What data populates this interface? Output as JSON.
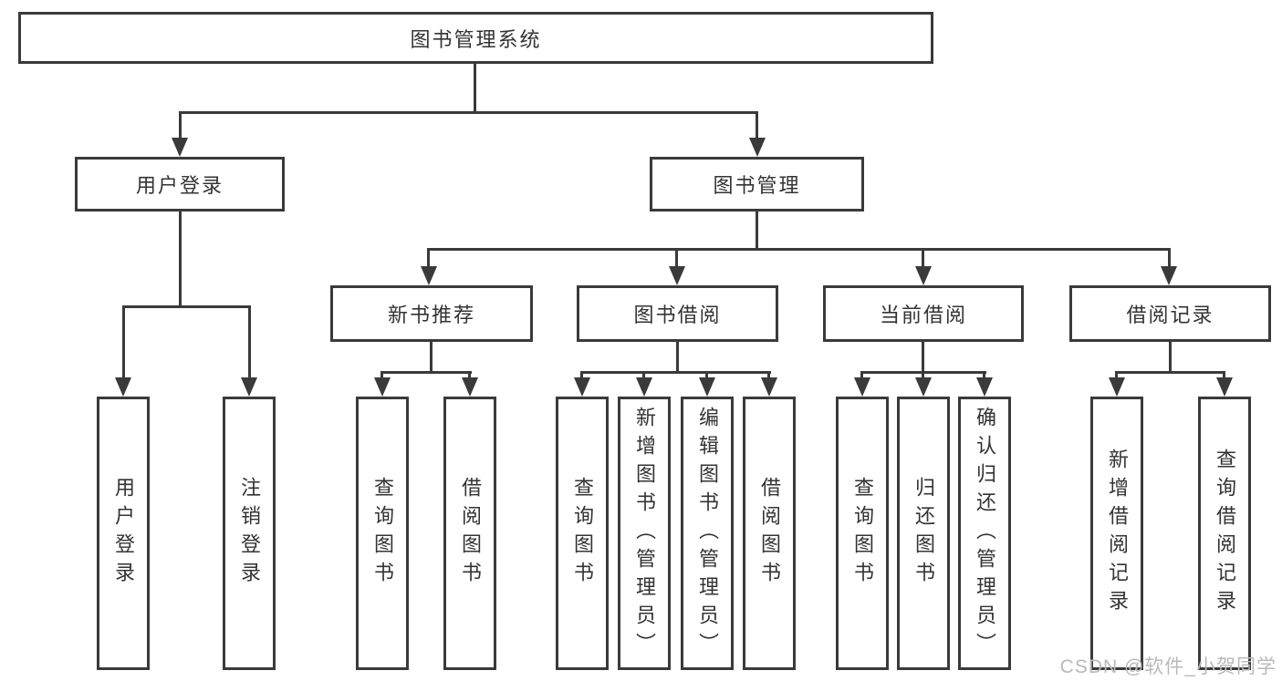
{
  "diagram_type": "functional-structure-tree",
  "colors": {
    "line": "#3a3a3a",
    "text": "#333333",
    "box_bg": "#ffffff",
    "watermark": "#b9b9b9"
  },
  "tree": {
    "root": {
      "label": "图书管理系统"
    },
    "branches": [
      {
        "label": "用户登录",
        "children": [
          {
            "label": "用户登录"
          },
          {
            "label": "注销登录"
          }
        ]
      },
      {
        "label": "图书管理",
        "children": [
          {
            "label": "新书推荐",
            "children": [
              {
                "label": "查询图书"
              },
              {
                "label": "借阅图书"
              }
            ]
          },
          {
            "label": "图书借阅",
            "children": [
              {
                "label": "查询图书"
              },
              {
                "label": "新增图书（管理员）"
              },
              {
                "label": "编辑图书（管理员）"
              },
              {
                "label": "借阅图书"
              }
            ]
          },
          {
            "label": "当前借阅",
            "children": [
              {
                "label": "查询图书"
              },
              {
                "label": "归还图书"
              },
              {
                "label": "确认归还（管理员）"
              }
            ]
          },
          {
            "label": "借阅记录",
            "children": [
              {
                "label": "新增借阅记录"
              },
              {
                "label": "查询借阅记录"
              }
            ]
          }
        ]
      }
    ]
  },
  "watermark": {
    "text": "CSDN @软件_小贺同学"
  }
}
